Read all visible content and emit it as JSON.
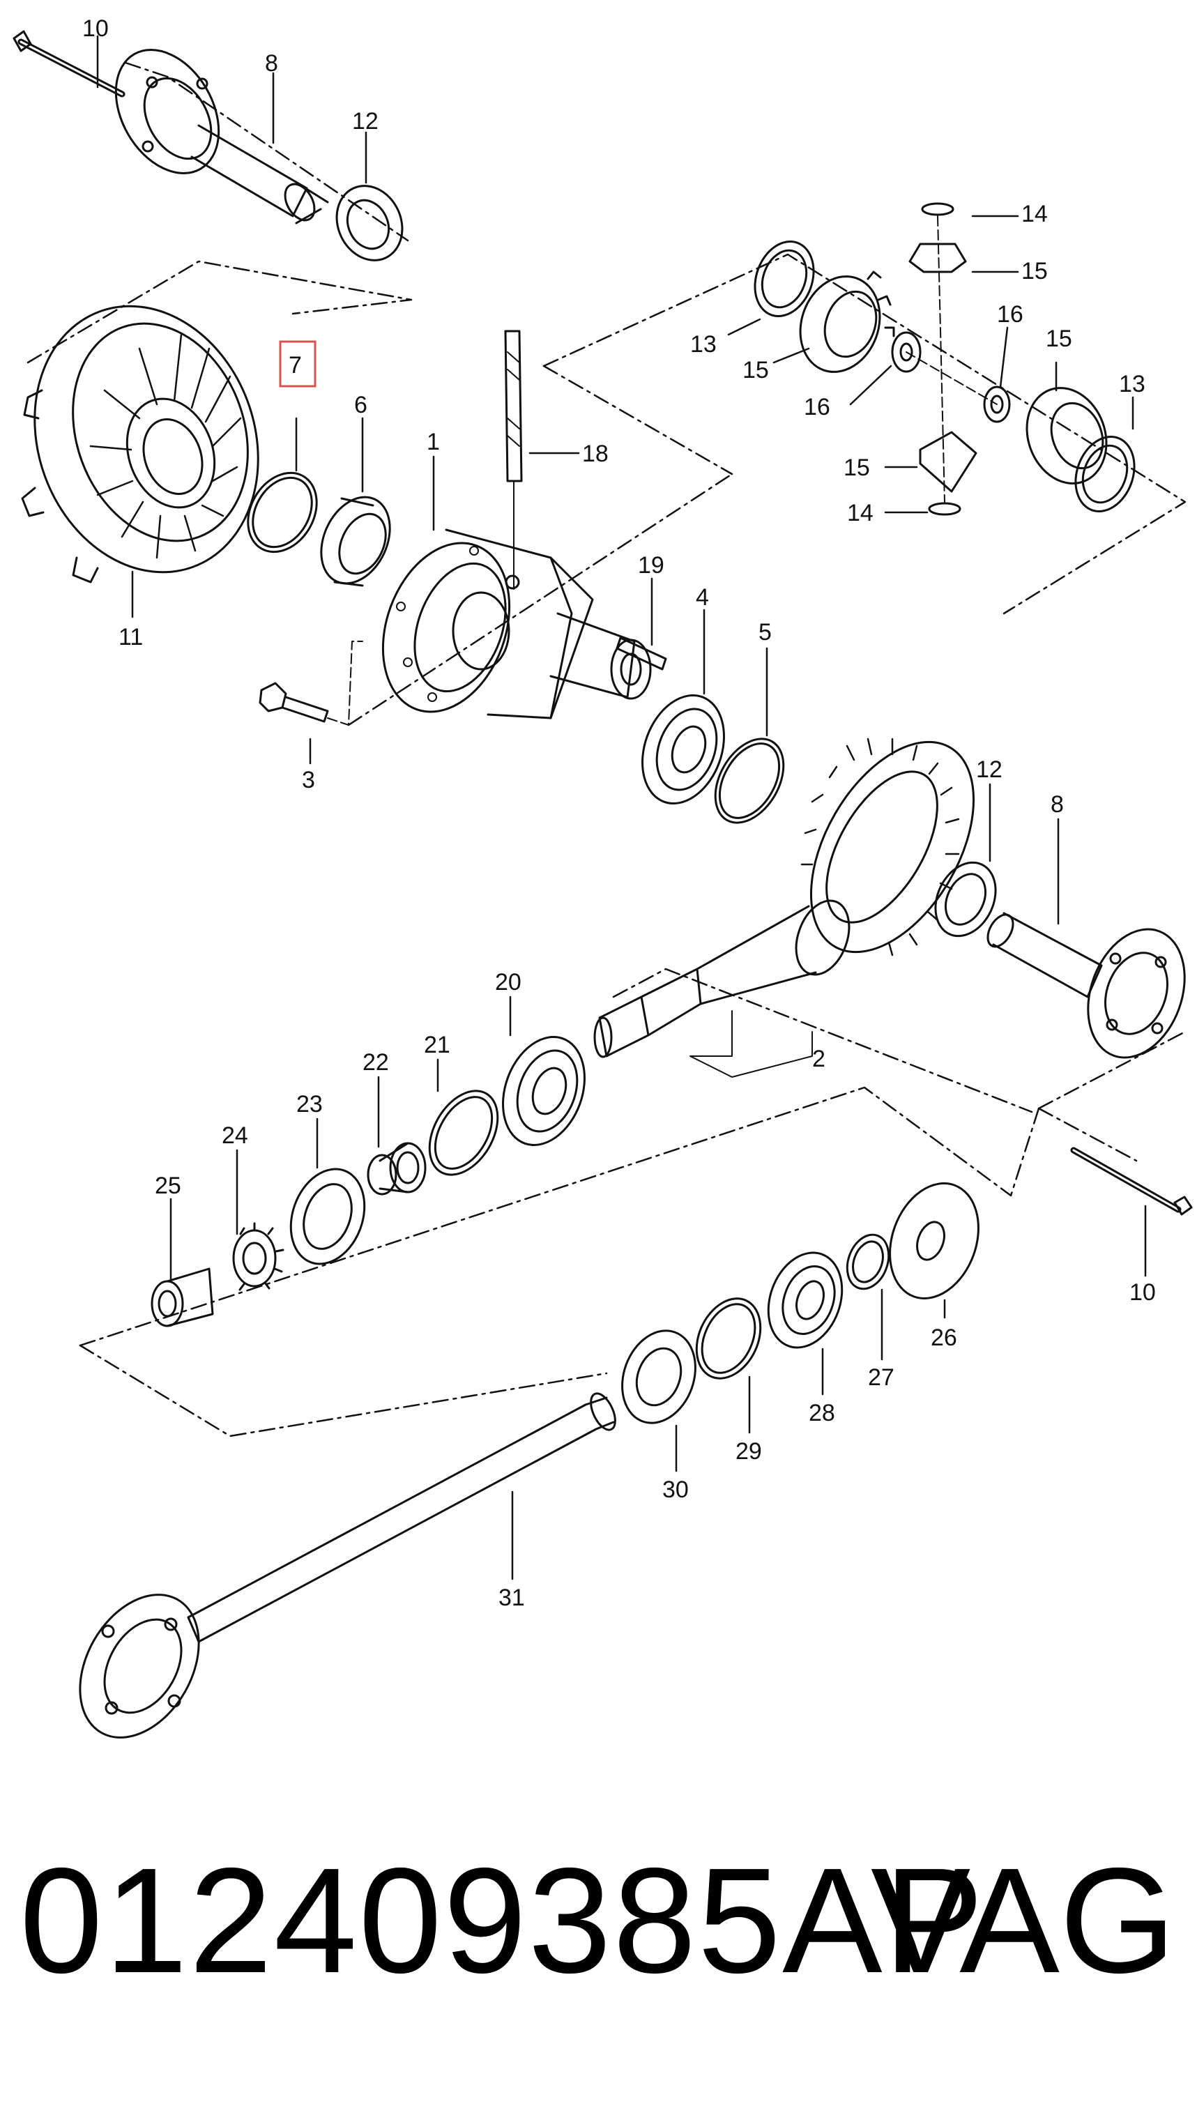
{
  "callouts": {
    "c10_top": "10",
    "c8_top": "8",
    "c12_top": "12",
    "c14_top": "14",
    "c15_a": "15",
    "c13_left": "13",
    "c15_b": "15",
    "c16_a": "16",
    "c16_b": "16",
    "c15_c": "15",
    "c13_right": "13",
    "c15_d": "15",
    "c14_bottom": "14",
    "c7": "7",
    "c6": "6",
    "c1": "1",
    "c18": "18",
    "c11": "11",
    "c19": "19",
    "c4": "4",
    "c5": "5",
    "c3": "3",
    "c12_right": "12",
    "c8_right": "8",
    "c2": "2",
    "c20": "20",
    "c21": "21",
    "c22": "22",
    "c23": "23",
    "c24": "24",
    "c25": "25",
    "c10_right": "10",
    "c26": "26",
    "c27": "27",
    "c28": "28",
    "c29": "29",
    "c30": "30",
    "c31": "31"
  },
  "highlight_color": "#d9534f",
  "footer": {
    "part_number": "012409385AP",
    "brand": "VAG"
  }
}
